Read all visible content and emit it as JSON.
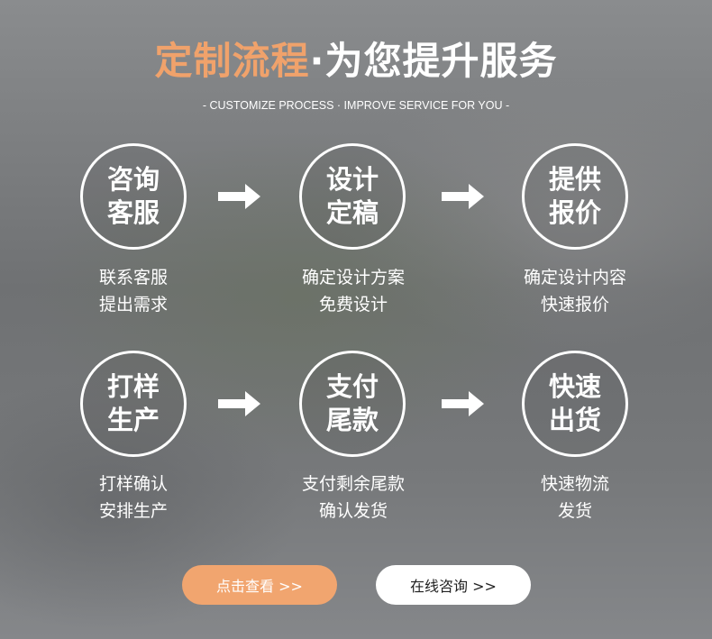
{
  "header": {
    "title_main": "定制流程",
    "title_sep": "·",
    "title_rest": "为您提升服务",
    "subtitle": "- CUSTOMIZE PROCESS · IMPROVE SERVICE FOR YOU -"
  },
  "steps": [
    {
      "circle": "咨询客服",
      "line1": "联系客服",
      "line2": "提出需求"
    },
    {
      "circle": "设计定稿",
      "line1": "确定设计方案",
      "line2": "免费设计"
    },
    {
      "circle": "提供报价",
      "line1": "确定设计内容",
      "line2": "快速报价"
    },
    {
      "circle": "打样生产",
      "line1": "打样确认",
      "line2": "安排生产"
    },
    {
      "circle": "支付尾款",
      "line1": "支付剩余尾款",
      "line2": "确认发货"
    },
    {
      "circle": "快速出货",
      "line1": "快速物流",
      "line2": "发货"
    }
  ],
  "icons": {
    "arrow": "arrow-right-icon"
  },
  "buttons": {
    "view": "点击查看 >>",
    "consult": "在线咨询 >>"
  },
  "colors": {
    "accent": "#f0a26b",
    "text": "#ffffff"
  }
}
